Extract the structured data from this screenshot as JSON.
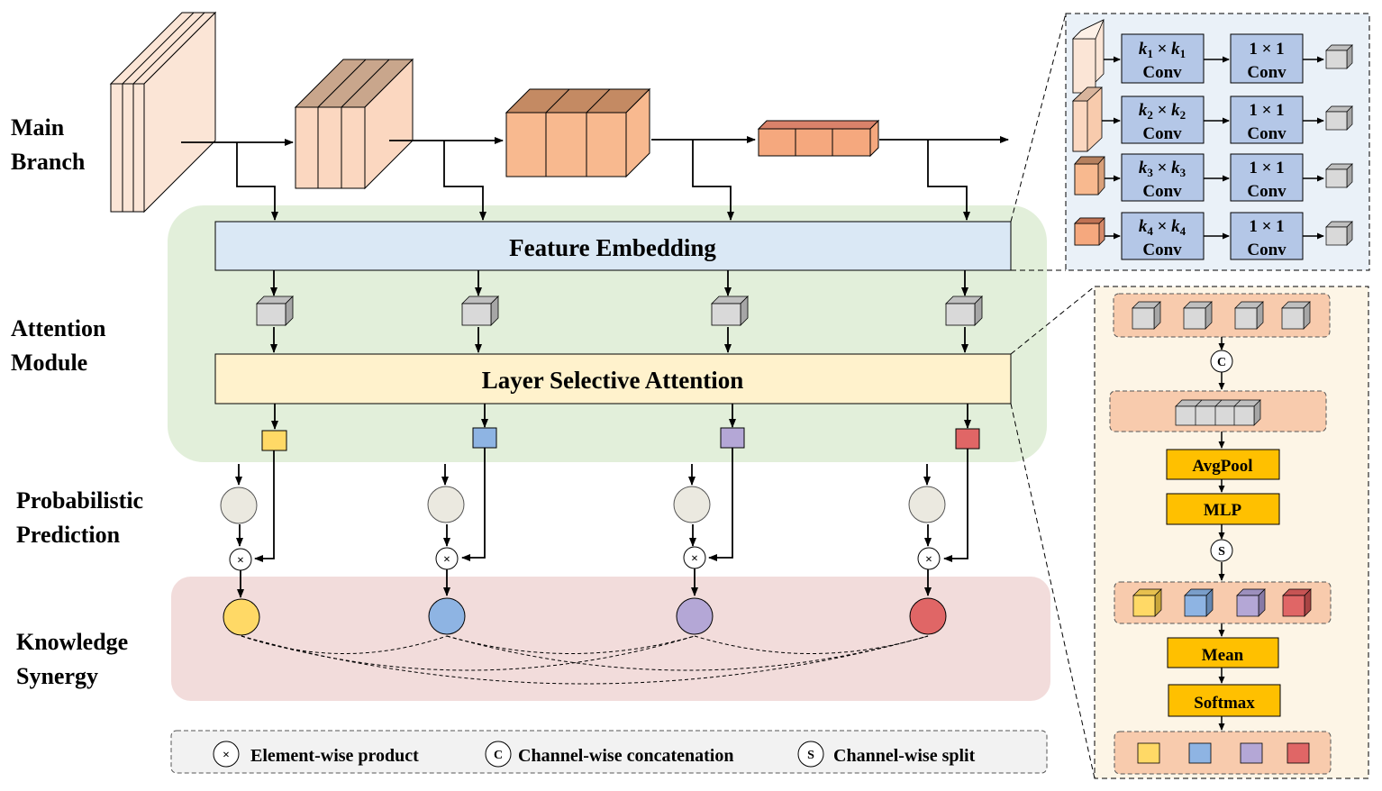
{
  "side_labels": [
    {
      "id": "main-branch",
      "lines": [
        "Main",
        "Branch"
      ]
    },
    {
      "id": "attention-module",
      "lines": [
        "Attention",
        "Module"
      ]
    },
    {
      "id": "probabilistic-prediction",
      "lines": [
        "Probabilistic",
        "Prediction"
      ]
    },
    {
      "id": "knowledge-synergy",
      "lines": [
        "Knowledge",
        "Synergy"
      ]
    }
  ],
  "bars": {
    "feature_embedding": "Feature Embedding",
    "layer_selective_attention": "Layer Selective Attention"
  },
  "embedding_detail": {
    "rows": [
      {
        "conv_k": "1",
        "pointwise": "1 × 1",
        "conv_word": "Conv"
      },
      {
        "conv_k": "2",
        "pointwise": "1 × 1",
        "conv_word": "Conv"
      },
      {
        "conv_k": "3",
        "pointwise": "1 × 1",
        "conv_word": "Conv"
      },
      {
        "conv_k": "4",
        "pointwise": "1 × 1",
        "conv_word": "Conv"
      }
    ]
  },
  "attention_detail": {
    "concat_symbol": "C",
    "split_symbol": "S",
    "ops": {
      "avgpool": "AvgPool",
      "mlp": "MLP",
      "mean": "Mean",
      "softmax": "Softmax"
    }
  },
  "legend": [
    {
      "symbol": "×",
      "label": "Element-wise product"
    },
    {
      "symbol": "C",
      "label": "Channel-wise concatenation"
    },
    {
      "symbol": "S",
      "label": "Channel-wise split"
    }
  ],
  "colors": {
    "attention_region": "#e2efda",
    "synergy_region": "#f2dcdb",
    "feature_embedding": "#dae8f5",
    "layer_attention": "#fff2cc",
    "detail_top_bg": "#eaf1f8",
    "detail_bottom_bg": "#fdf5e6",
    "detail_row_bg": "#f8cbad",
    "conv_box": "#b4c7e7",
    "op_box": "#ffc000",
    "yellow": "#ffd966",
    "blue": "#8eb4e3",
    "purple": "#b4a7d6",
    "red": "#e06666",
    "grey_cube": "#d9d9d9",
    "pred_circle": "#ebe9e0"
  }
}
